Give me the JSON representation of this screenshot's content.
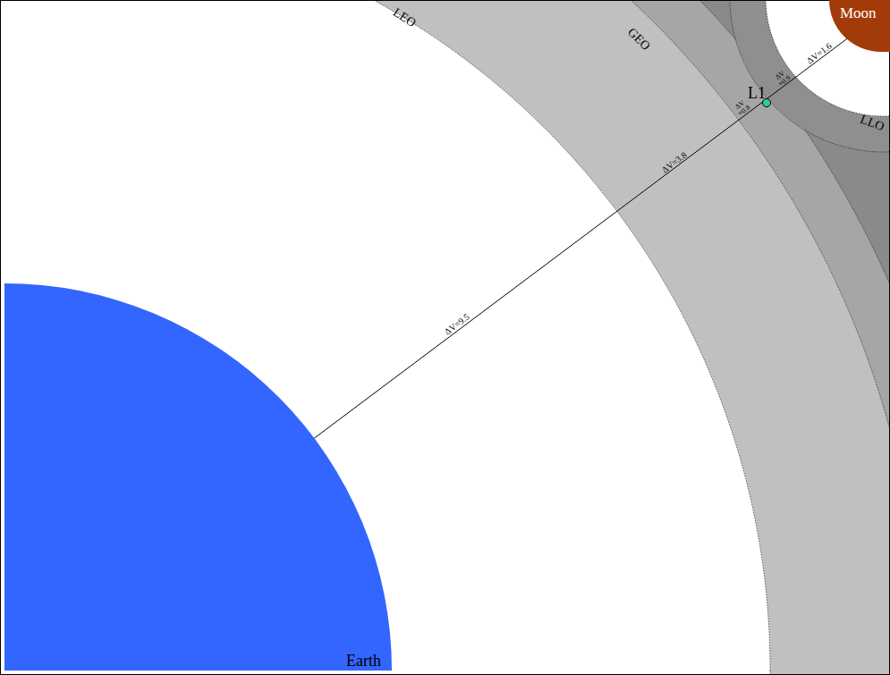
{
  "diagram": {
    "nodes": [
      {
        "text": [
          "Earth"
        ]
      },
      {
        "text": [
          "Moon"
        ]
      },
      {
        "text": [
          "L1"
        ]
      }
    ],
    "labels": [
      "LEO",
      "GEO",
      "LLO",
      "ΔV=9.5",
      "ΔV=3.8",
      "ΔV =0.8",
      "ΔV =0.9",
      "ΔV=1.6"
    ]
  }
}
